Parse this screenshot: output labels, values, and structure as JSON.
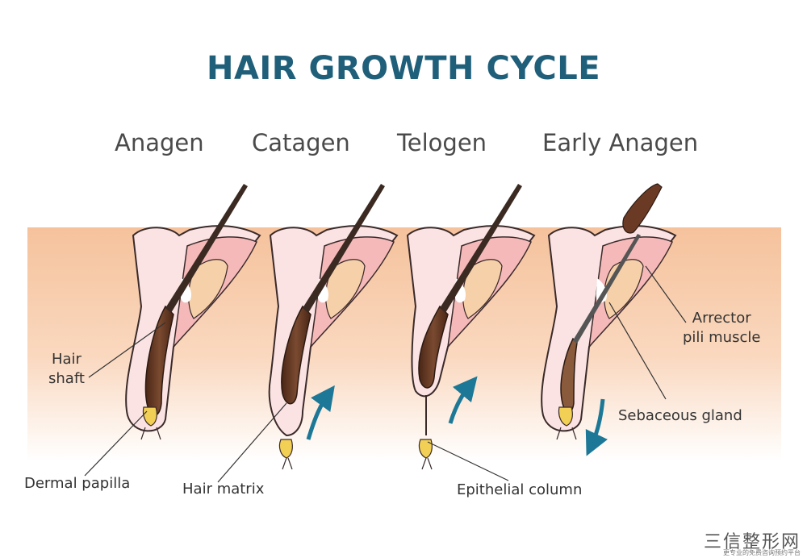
{
  "title": "HAIR GROWTH CYCLE",
  "stages": [
    "Anagen",
    "Catagen",
    "Telogen",
    "Early Anagen"
  ],
  "labels": {
    "hair_shaft": "Hair\nshaft",
    "dermal_papilla": "Dermal papilla",
    "hair_matrix": "Hair matrix",
    "epithelial_column": "Epithelial column",
    "arrector_pili_muscle": "Arrector\npili muscle",
    "sebaceous_gland": "Sebaceous gland"
  },
  "watermark": {
    "main": "三信整形网",
    "sub": "更专业的免费咨询预约平台"
  },
  "colors": {
    "title": "#1f5f7a",
    "arrow": "#1c7896",
    "skin": "#f7c9a6",
    "hair": "#6b3a24",
    "papilla": "#f2cf55",
    "muscle": "#e4889a"
  }
}
